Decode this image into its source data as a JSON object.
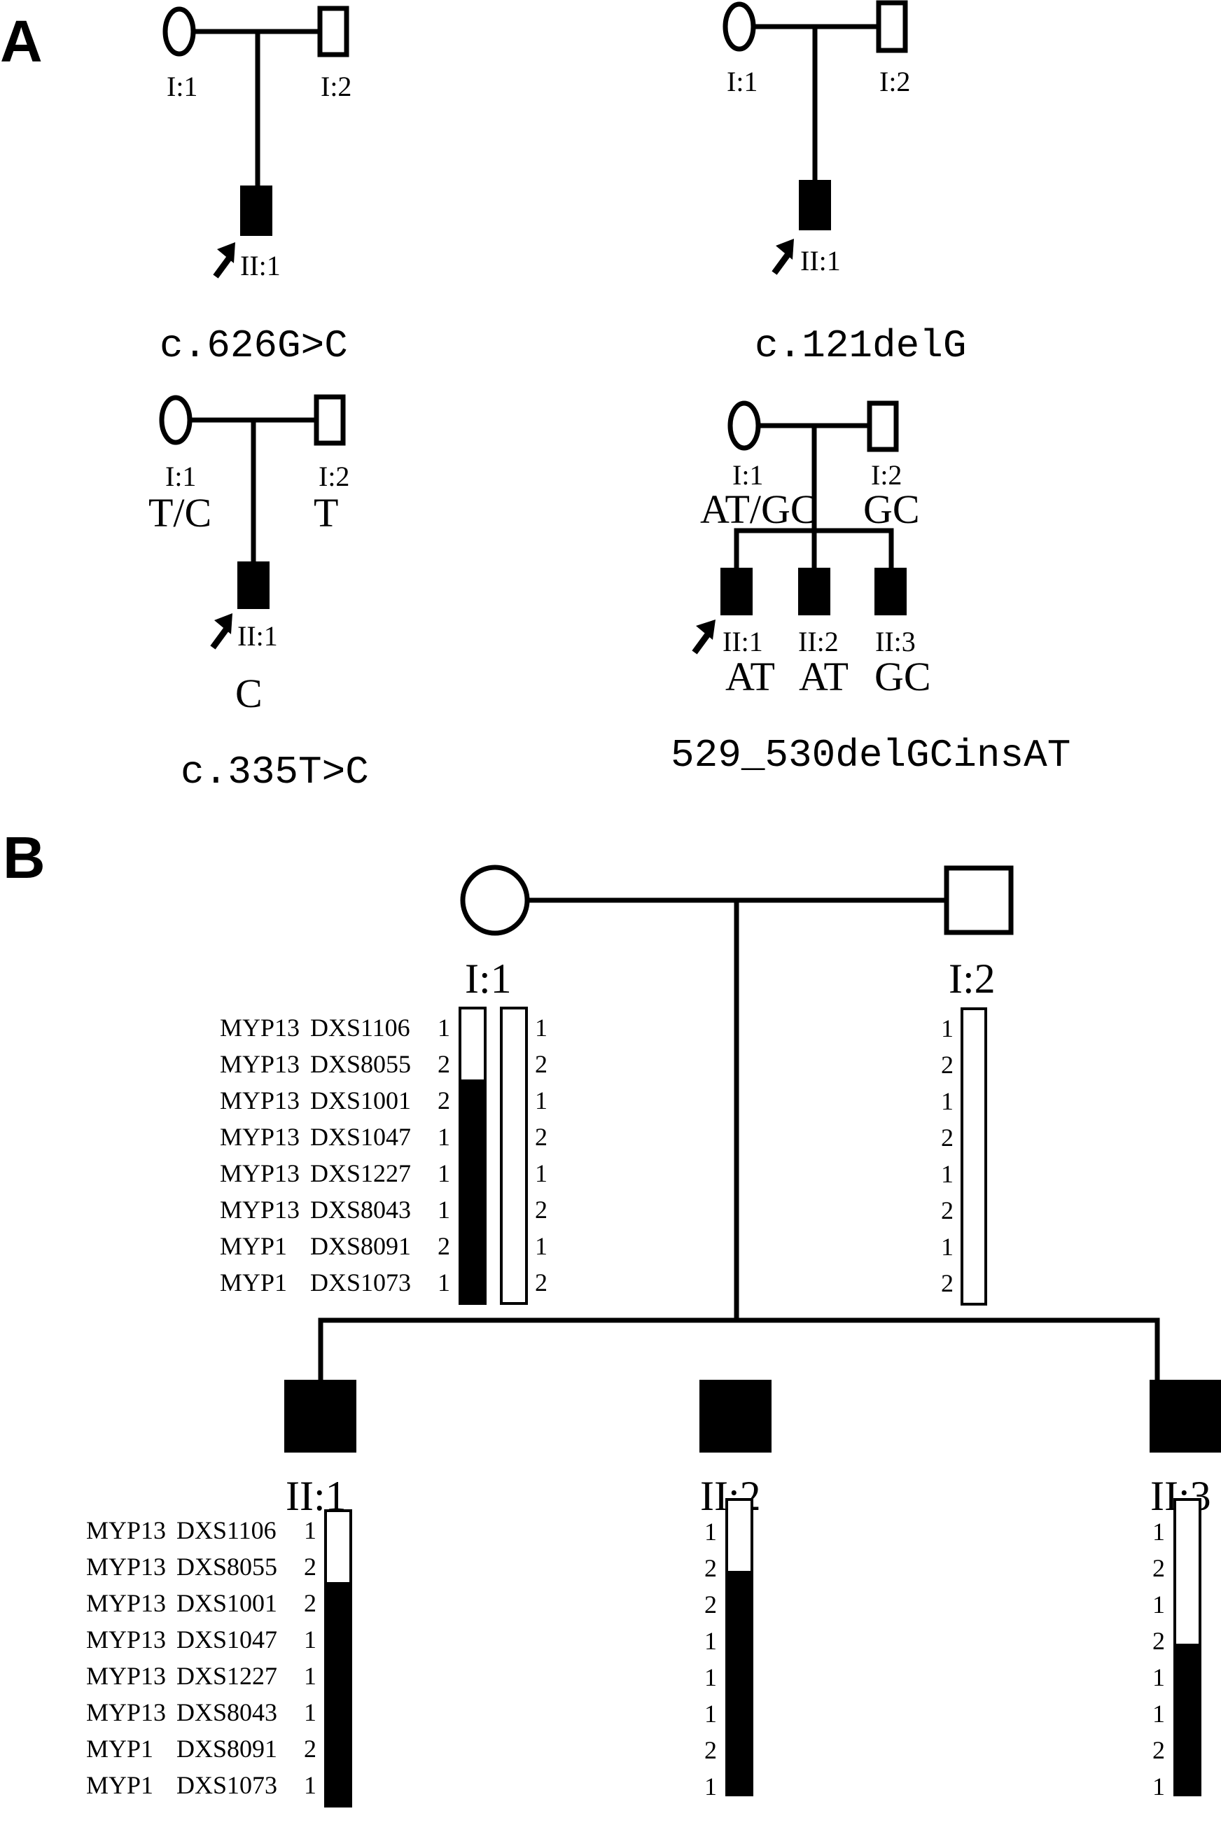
{
  "figure": {
    "panel_a": {
      "letter": "A",
      "families": [
        {
          "parents": [
            "I:1",
            "I:2"
          ],
          "parent_genotypes": [
            "",
            ""
          ],
          "children": [
            {
              "id": "II:1",
              "genotype": "",
              "proband": true
            }
          ],
          "mutation": "c.626G>C"
        },
        {
          "parents": [
            "I:1",
            "I:2"
          ],
          "parent_genotypes": [
            "",
            ""
          ],
          "children": [
            {
              "id": "II:1",
              "genotype": "",
              "proband": true
            }
          ],
          "mutation": "c.121delG"
        },
        {
          "parents": [
            "I:1",
            "I:2"
          ],
          "parent_genotypes": [
            "T/C",
            "T"
          ],
          "children": [
            {
              "id": "II:1",
              "genotype": "C",
              "proband": true
            }
          ],
          "mutation": "c.335T>C"
        },
        {
          "parents": [
            "I:1",
            "I:2"
          ],
          "parent_genotypes": [
            "AT/GC",
            "GC"
          ],
          "children": [
            {
              "id": "II:1",
              "genotype": "AT",
              "proband": true
            },
            {
              "id": "II:2",
              "genotype": "AT",
              "proband": false
            },
            {
              "id": "II:3",
              "genotype": "GC",
              "proband": false
            }
          ],
          "mutation": "529_530delGCinsAT"
        }
      ]
    },
    "panel_b": {
      "letter": "B",
      "markers": [
        {
          "locus": "MYP13",
          "marker": "DXS1106"
        },
        {
          "locus": "MYP13",
          "marker": "DXS8055"
        },
        {
          "locus": "MYP13",
          "marker": "DXS1001"
        },
        {
          "locus": "MYP13",
          "marker": "DXS1047"
        },
        {
          "locus": "MYP13",
          "marker": "DXS1227"
        },
        {
          "locus": "MYP13",
          "marker": "DXS8043"
        },
        {
          "locus": "MYP1",
          "marker": "DXS8091"
        },
        {
          "locus": "MYP1",
          "marker": "DXS1073"
        }
      ],
      "individuals": {
        "I1": {
          "id": "I:1",
          "sex": "female",
          "affected": false,
          "haplotype_left": [
            "1",
            "2",
            "2",
            "1",
            "1",
            "1",
            "2",
            "1"
          ],
          "haplotype_right": [
            "1",
            "2",
            "1",
            "2",
            "1",
            "2",
            "1",
            "2"
          ],
          "left_filled_from_marker_index": 2,
          "right_filled_from_marker_index": null
        },
        "I2": {
          "id": "I:2",
          "sex": "male",
          "affected": false,
          "haplotype": [
            "1",
            "2",
            "1",
            "2",
            "1",
            "2",
            "1",
            "2"
          ],
          "filled_from_marker_index": null
        },
        "II1": {
          "id": "II:1",
          "sex": "male",
          "affected": true,
          "haplotype": [
            "1",
            "2",
            "2",
            "1",
            "1",
            "1",
            "2",
            "1"
          ],
          "filled_from_marker_index": 2
        },
        "II2": {
          "id": "II:2",
          "sex": "male",
          "affected": true,
          "haplotype": [
            "1",
            "2",
            "2",
            "1",
            "1",
            "1",
            "2",
            "1"
          ],
          "filled_from_marker_index": 2
        },
        "II3": {
          "id": "II:3",
          "sex": "male",
          "affected": true,
          "haplotype": [
            "1",
            "2",
            "1",
            "2",
            "1",
            "1",
            "2",
            "1"
          ],
          "filled_from_marker_index": 4
        }
      }
    }
  }
}
